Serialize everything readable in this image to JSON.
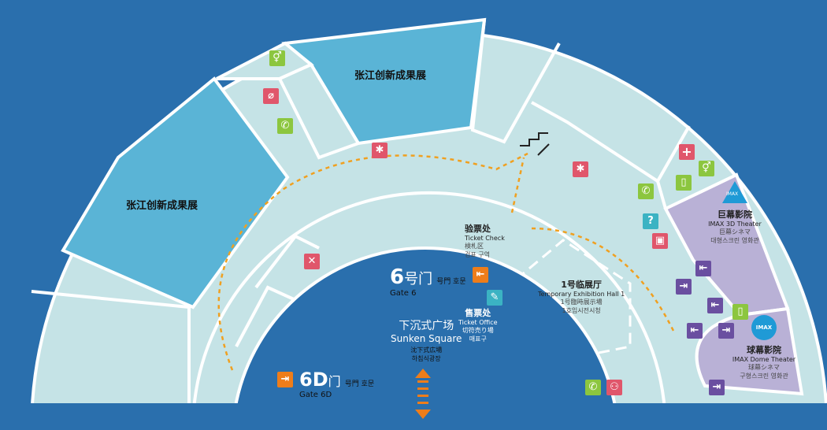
{
  "exhibit_left": "张江创新成果展",
  "exhibit_top": "张江创新成果展",
  "ticket_check": {
    "zh": "验票处",
    "en": "Ticket  Check",
    "ja": "検札区",
    "ko": "검표 구역"
  },
  "gate6": {
    "num": "6",
    "zh": "号门",
    "sub": "号門 호문",
    "en": "Gate 6"
  },
  "gate6d": {
    "num": "6D",
    "zh": "门",
    "sub": "号門 호문",
    "en": "Gate 6D"
  },
  "ticket_office": {
    "zh": "售票处",
    "en": "Ticket  Office",
    "ja": "切符売り場",
    "ko": "매표구"
  },
  "sunken": {
    "zh": "下沉式广场",
    "en": "Sunken Square",
    "ja": "沈下式広場",
    "ko": "하침식광장"
  },
  "temp_hall": {
    "zh": "1号临展厅",
    "en": "Temporary Exhibition Hall 1",
    "ja": "1号臨時展示場",
    "ko": "1호임시전시청"
  },
  "imax3d": {
    "logo": "IMAX",
    "zh": "巨幕影院",
    "en": "IMAX 3D Theater",
    "ja": "巨幕シネマ",
    "ko": "대형스크린 영화관"
  },
  "dome": {
    "logo": "IMAX",
    "zh": "球幕影院",
    "en": "IMAX Dome Theater",
    "ja": "球幕シネマ",
    "ko": "구형스크린 영화관"
  },
  "colors": {
    "sea": "#2a6fad",
    "floor": "#c5e3e6",
    "exhibit": "#5ab4d6",
    "theater": "#b9b1d6",
    "route": "#f0a020"
  }
}
